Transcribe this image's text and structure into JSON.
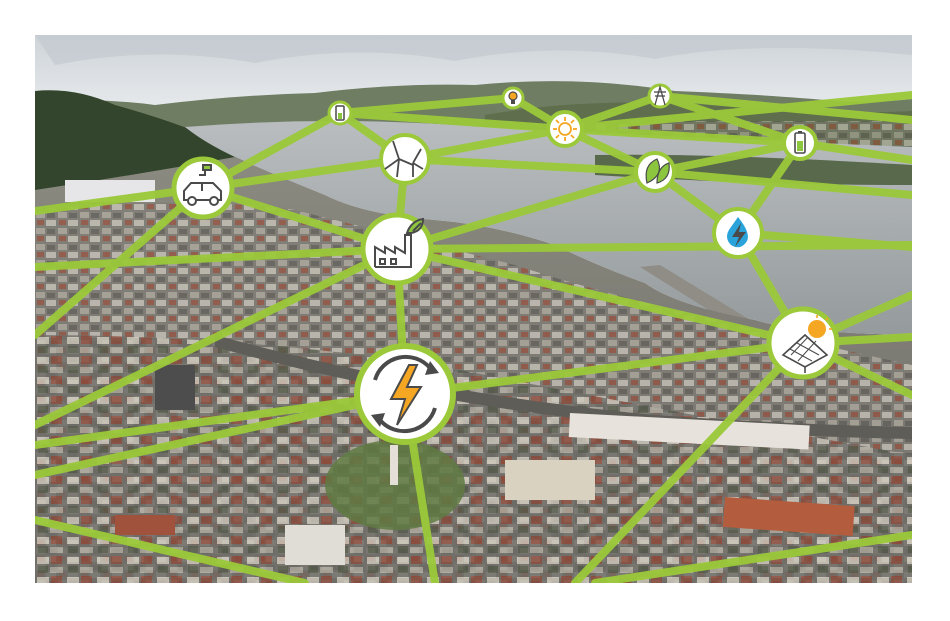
{
  "palette": {
    "link": "#9bc93a",
    "node_ring": "#9bc93a",
    "node_fill": "#ffffff",
    "icon_dark": "#4a4a4a",
    "icon_orange": "#f5a623",
    "icon_green": "#8cc63f",
    "icon_blue": "#29a3d9",
    "sky": "#dfe3e6",
    "water": "#a7adaf",
    "hills": "#4f6b3c",
    "city": "#8d8a84"
  },
  "network": {
    "nodes": [
      {
        "id": "hub-energy",
        "icon": "lightning-recycle-icon",
        "size": "xl"
      },
      {
        "id": "factory-eco",
        "icon": "eco-factory-icon",
        "size": "lg"
      },
      {
        "id": "electric-car",
        "icon": "electric-car-icon",
        "size": "lg"
      },
      {
        "id": "wind-turbine",
        "icon": "wind-turbine-icon",
        "size": "md"
      },
      {
        "id": "battery-small",
        "icon": "battery-icon",
        "size": "xs"
      },
      {
        "id": "bulb",
        "icon": "light-bulb-icon",
        "size": "xs"
      },
      {
        "id": "solar-sun",
        "icon": "sun-energy-icon",
        "size": "sm"
      },
      {
        "id": "pylon",
        "icon": "power-pylon-icon",
        "size": "xs"
      },
      {
        "id": "battery-right",
        "icon": "battery-icon",
        "size": "sm"
      },
      {
        "id": "leaf",
        "icon": "leaf-icon",
        "size": "sm"
      },
      {
        "id": "hydro",
        "icon": "water-energy-icon",
        "size": "md"
      },
      {
        "id": "solar-panel",
        "icon": "solar-panel-icon",
        "size": "xl"
      }
    ]
  }
}
